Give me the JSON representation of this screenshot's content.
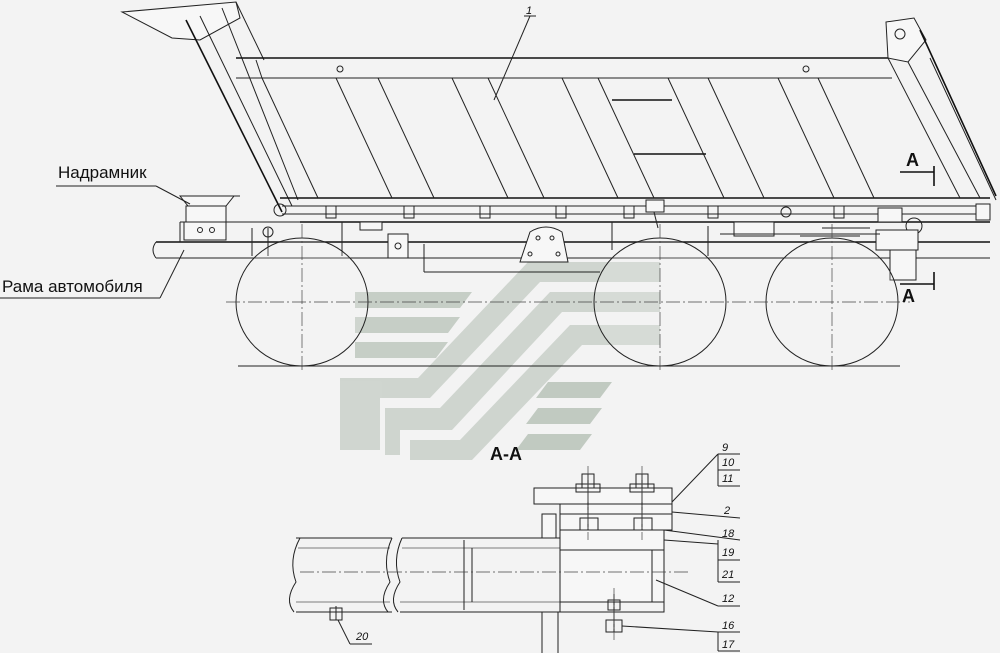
{
  "labels": {
    "subframe": "Надрамник",
    "vehicle_frame": "Рама автомобиля",
    "section_a_top": "A",
    "section_a_bottom": "A",
    "section_title": "A-A"
  },
  "part_numbers": {
    "p1": "1",
    "p9": "9",
    "p10": "10",
    "p11": "11",
    "p2": "2",
    "p18": "18",
    "p19": "19",
    "p21": "21",
    "p12": "12",
    "p16": "16",
    "p17": "17",
    "p20": "20"
  },
  "colors": {
    "line": "#222222",
    "watermark": "#b9c3b9",
    "background": "#f3f3f3"
  },
  "icons": {
    "watermark": "chevron-logo-watermark"
  }
}
